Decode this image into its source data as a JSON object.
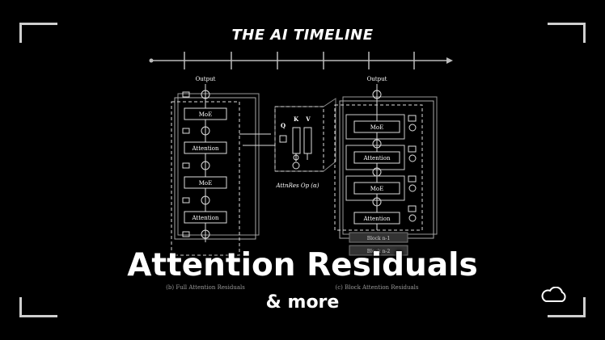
{
  "header": {
    "title": "THE AI TIMELINE"
  },
  "diagram": {
    "left_output": "Output",
    "right_output": "Output",
    "left_blocks": [
      "MoE",
      "Attention",
      "MoE",
      "Attention"
    ],
    "right_blocks": [
      "MoE",
      "Attention",
      "MoE",
      "Attention"
    ],
    "qkv": [
      "Q",
      "K",
      "V"
    ],
    "op_label": "AttnRes Op (α)",
    "block_stack": [
      "Block n-1",
      "Block n-2"
    ],
    "left_caption": "(b) Full Attention Residuals",
    "right_caption": "(c) Block Attention Residuals"
  },
  "headline": "Attention Residuals",
  "subheadline": "& more",
  "icons": {
    "cloud": "cloud-icon"
  },
  "colors": {
    "background": "#000000",
    "foreground": "#ffffff"
  }
}
